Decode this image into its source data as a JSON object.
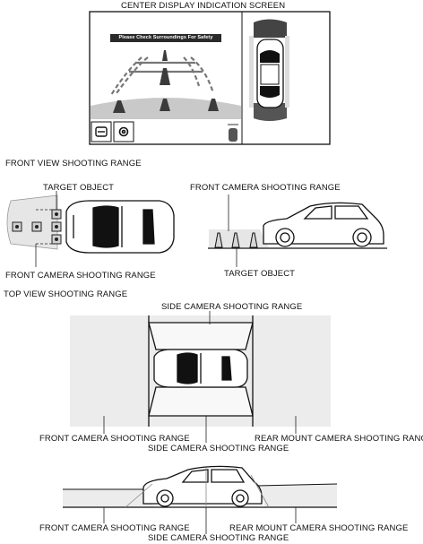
{
  "center_display": {
    "title": "CENTER DISPLAY INDICATION SCREEN",
    "banner": "Please Check Surroundings For Safety",
    "view_switch_icon": "camera-view-switch-icon",
    "settings_icon": "gear-icon",
    "car_status_icon": "car-status-icon"
  },
  "front_view": {
    "title": "FRONT VIEW SHOOTING RANGE",
    "labels": {
      "target_object_top": "TARGET OBJECT",
      "front_camera_range_bottom": "FRONT CAMERA SHOOTING RANGE",
      "front_camera_range_side": "FRONT CAMERA SHOOTING RANGE",
      "target_object_side": "TARGET OBJECT"
    }
  },
  "top_view": {
    "title": "TOP VIEW SHOOTING RANGE",
    "labels": {
      "side_camera_top": "SIDE CAMERA SHOOTING RANGE",
      "front_camera": "FRONT CAMERA SHOOTING RANGE",
      "side_camera_bottom": "SIDE CAMERA SHOOTING RANGE",
      "rear_mount_camera": "REAR MOUNT CAMERA SHOOTING RANGE"
    }
  },
  "side_view": {
    "labels": {
      "front_camera": "FRONT CAMERA SHOOTING RANGE",
      "side_camera": "SIDE CAMERA SHOOTING RANGE",
      "rear_mount_camera": "REAR MOUNT CAMERA SHOOTING RANGE"
    }
  }
}
